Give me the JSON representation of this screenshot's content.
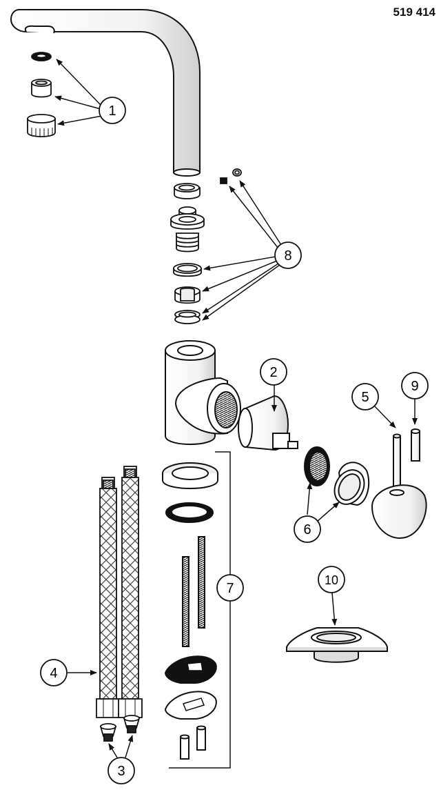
{
  "document": {
    "part_number": "519 414"
  },
  "callouts": [
    {
      "id": "c1",
      "label": "1"
    },
    {
      "id": "c2",
      "label": "2"
    },
    {
      "id": "c3",
      "label": "3"
    },
    {
      "id": "c4",
      "label": "4"
    },
    {
      "id": "c5",
      "label": "5"
    },
    {
      "id": "c6",
      "label": "6"
    },
    {
      "id": "c7",
      "label": "7"
    },
    {
      "id": "c8",
      "label": "8"
    },
    {
      "id": "c9",
      "label": "9"
    },
    {
      "id": "c10",
      "label": "10"
    }
  ],
  "colors": {
    "line": "#111111",
    "fill": "#ffffff",
    "shade": "#d9d9d9",
    "dark": "#222222"
  }
}
